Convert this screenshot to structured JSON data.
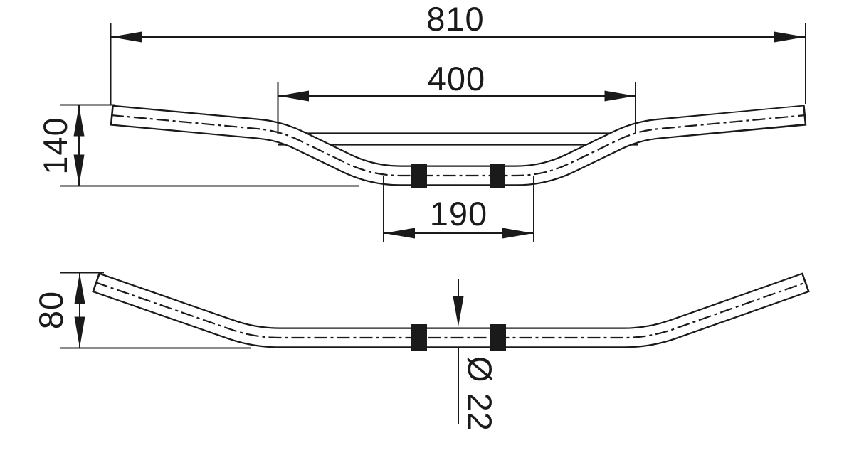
{
  "drawing": {
    "type": "technical-drawing",
    "background": "#ffffff",
    "line_color": "#1a1a1a",
    "views": {
      "front_elevation": {
        "dims": {
          "overall_width": "810",
          "upper_bend_span": "400",
          "clamp_section_width": "190",
          "rise_height": "140"
        }
      },
      "plan": {
        "dims": {
          "pullback_depth": "80",
          "tube_diameter": "Ø 22"
        }
      }
    }
  }
}
